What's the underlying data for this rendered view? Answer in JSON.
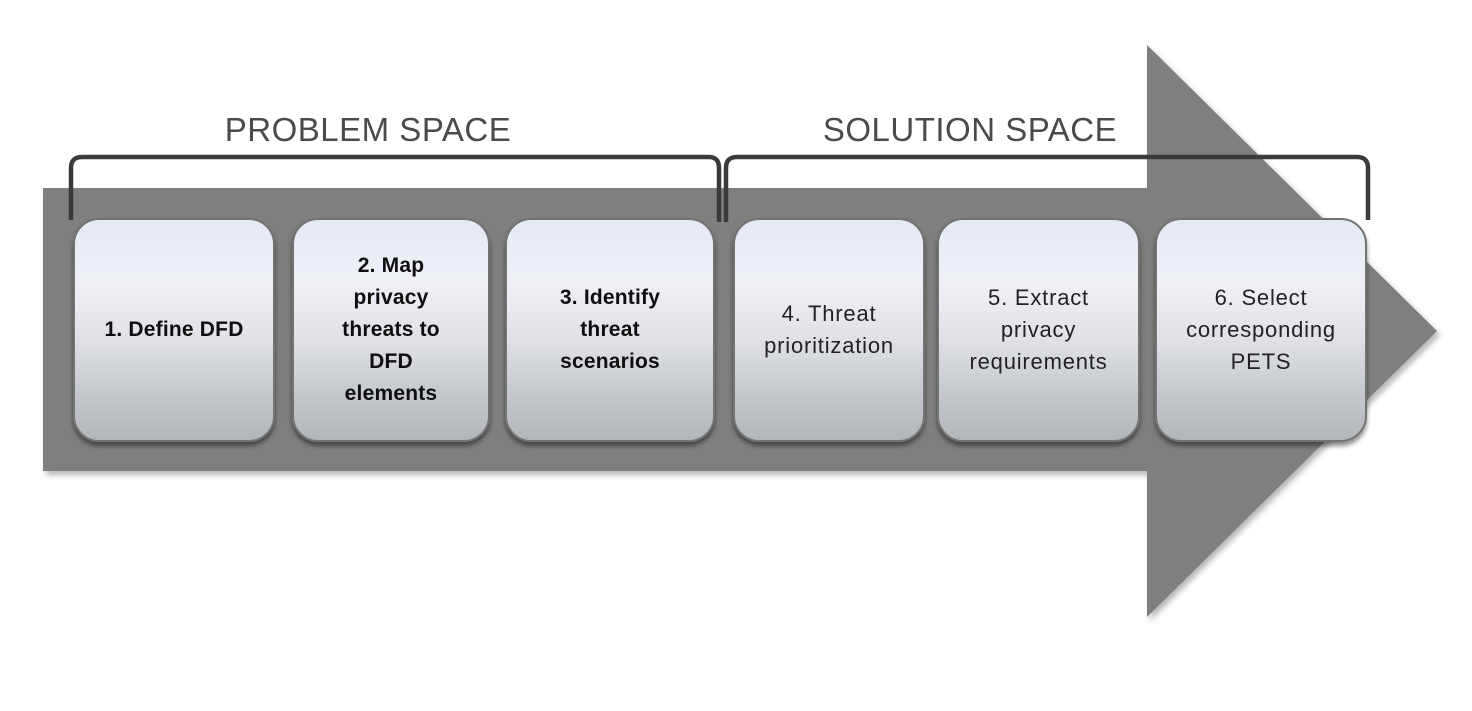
{
  "diagram": {
    "spaces": [
      {
        "label": "PROBLEM SPACE"
      },
      {
        "label": "SOLUTION SPACE"
      }
    ],
    "steps": [
      {
        "label": "1. Define DFD",
        "space": "problem",
        "emphasis": "bold"
      },
      {
        "label": "2. Map\nprivacy\nthreats to\nDFD\nelements",
        "space": "problem",
        "emphasis": "bold"
      },
      {
        "label": "3. Identify\nthreat\nscenarios",
        "space": "problem",
        "emphasis": "bold"
      },
      {
        "label": "4. Threat\nprioritization",
        "space": "solution",
        "emphasis": "regular"
      },
      {
        "label": "5. Extract\nprivacy\nrequirements",
        "space": "solution",
        "emphasis": "regular"
      },
      {
        "label": "6. Select\ncorresponding\nPETS",
        "space": "solution",
        "emphasis": "regular"
      }
    ],
    "colors": {
      "arrow_fill": "#7f7f7f",
      "bracket_stroke": "#3a3a3a",
      "space_label_text": "#4a4a4a",
      "box_border": "#737373",
      "box_text": "#111111",
      "box_gradient_top": "#e4e9f3",
      "box_gradient_bottom": "#b2b5ba"
    }
  }
}
